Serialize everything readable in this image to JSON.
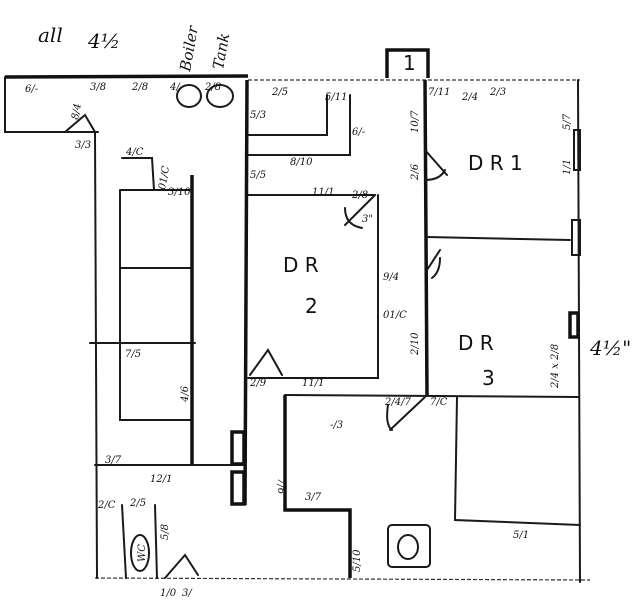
{
  "notes": {
    "all": "all",
    "wall_top": "4½",
    "wall_right": "4½\"",
    "boiler": "Boiler",
    "tank": "Tank"
  },
  "rooms": {
    "dr1": "D R 1",
    "dr2_a": "D R",
    "dr2_b": "2",
    "dr3_a": "D R",
    "dr3_b": "3",
    "wc": "WC",
    "cupboard": "1"
  },
  "dimensions": [
    "6/-",
    "3/8",
    "2/8",
    "4/",
    "2/8",
    "2/5",
    "5/3",
    "5/11",
    "6/-",
    "8/10",
    "5/5",
    "4/C",
    "01/C",
    "3/10",
    "3/3",
    "8/4",
    "11/1",
    "2/8",
    "3\"",
    "10/7",
    "2/6",
    "7/11",
    "2/4",
    "2/3",
    "5/7",
    "1/1",
    "9/4",
    "01/C",
    "2/10",
    "2/4 x 2/8",
    "7/5",
    "4/6",
    "2/9",
    "11/1",
    "3/7",
    "12/1",
    "2/C",
    "2/5",
    "5/8",
    "1/0",
    "3/",
    "-/3",
    "7/6",
    "3/7",
    "2/4/7",
    "7/C",
    "5/10",
    "5/1"
  ]
}
